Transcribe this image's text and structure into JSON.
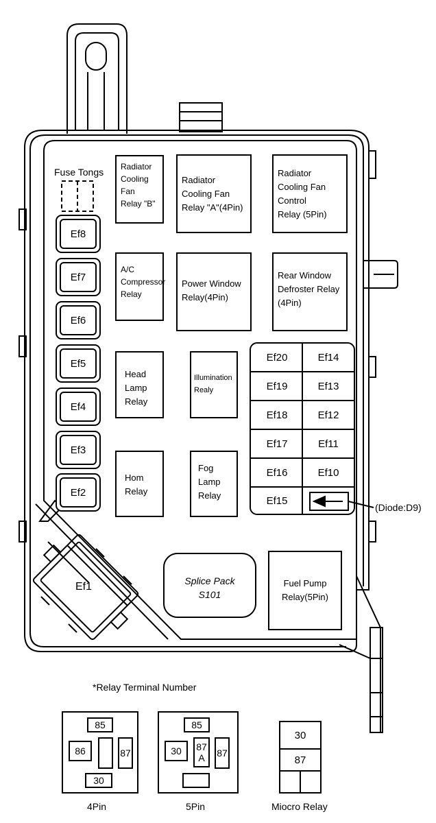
{
  "fuse_tongs_label": "Fuse Tongs",
  "left_fuses": [
    "Ef8",
    "Ef7",
    "Ef6",
    "Ef5",
    "Ef4",
    "Ef3",
    "Ef2"
  ],
  "ef1_label": "Ef1",
  "relays": {
    "rad_fan_b": "Radiator\nCooling\nFan\nRelay \"B\"",
    "rad_fan_a": "Radiator\nCooling Fan\nRelay \"A\"(4Pin)",
    "rad_fan_control": "Radiator\nCooling Fan\nControl\nRelay (5Pin)",
    "ac_compressor": "A/C\nCompressor\nRelay",
    "power_window": "Power Window\nRelay(4Pin)",
    "rear_window_defroster": "Rear Window\nDefroster Relay\n(4Pin)",
    "head_lamp": "Head\nLamp\nRelay",
    "illumination": "Illumination\nRealy",
    "horn": "Hom\nRelay",
    "fog_lamp": "Fog\nLamp\nRelay",
    "fuel_pump": "Fuel Pump\nRelay(5Pin)"
  },
  "right_fuses": {
    "left_column": [
      "Ef20",
      "Ef19",
      "Ef18",
      "Ef17",
      "Ef16",
      "Ef15"
    ],
    "right_column": [
      "Ef14",
      "Ef13",
      "Ef12",
      "Ef11",
      "Ef10"
    ]
  },
  "diode_label": "(Diode:D9)",
  "splice_pack": "Splice Pack\nS101",
  "relay_terminal_title": "*Relay Terminal Number",
  "pin4": {
    "label": "4Pin",
    "top": "85",
    "left": "86",
    "right": "87",
    "bottom": "30"
  },
  "pin5": {
    "label": "5Pin",
    "top": "85",
    "left": "30",
    "center": "87\nA",
    "right": "87"
  },
  "micro": {
    "label": "Miocro Relay",
    "top": "30",
    "middle": "87"
  }
}
